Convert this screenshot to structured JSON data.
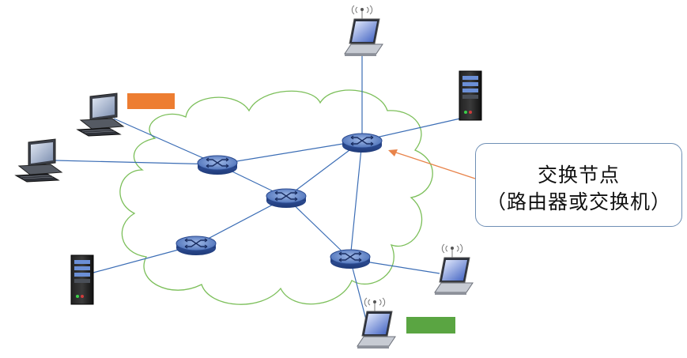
{
  "callout": {
    "line1": "交换节点",
    "line2": "（路由器或交换机）"
  },
  "colors": {
    "cloud_outline": "#7cbf5a",
    "link": "#3b6db5",
    "router_body": "#3e63b0",
    "arrow": "#e8834a",
    "tag_orange": "#ed7d31",
    "tag_green": "#5aa542",
    "callout_border": "#6f8fb5"
  },
  "nodes": {
    "routers": [
      "router-top-right",
      "router-left",
      "router-center",
      "router-bottom-left",
      "router-bottom-right"
    ],
    "hosts": [
      "desktop-upper",
      "desktop-lower",
      "laptop-top",
      "laptop-right",
      "laptop-bottom",
      "server-right",
      "server-left"
    ]
  },
  "tags": [
    "orange-label-box",
    "green-label-box"
  ]
}
